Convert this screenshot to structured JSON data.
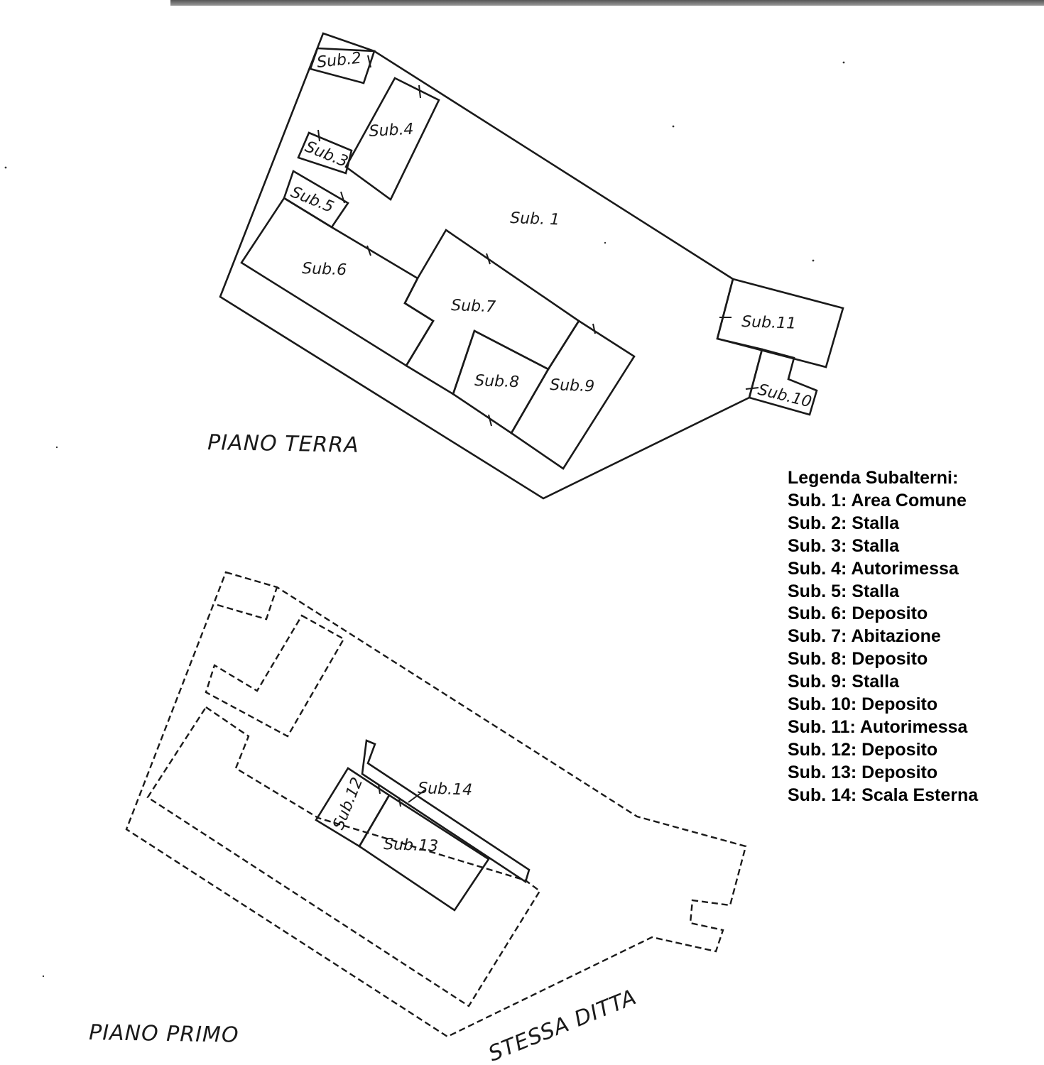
{
  "floors": {
    "ground": "PIANO TERRA",
    "first": "PIANO PRIMO"
  },
  "annotation": "STESSA DITTA",
  "units": {
    "sub1": "Sub. 1",
    "sub2": "Sub.2",
    "sub3": "Sub.3",
    "sub4": "Sub.4",
    "sub5": "Sub.5",
    "sub6": "Sub.6",
    "sub7": "Sub.7",
    "sub8": "Sub.8",
    "sub9": "Sub.9",
    "sub10": "Sub.10",
    "sub11": "Sub.11",
    "sub12": "Sub.12",
    "sub13": "Sub.13",
    "sub14": "Sub.14"
  },
  "legend": {
    "title": "Legenda Subalterni:",
    "items": [
      "Sub. 1: Area Comune",
      "Sub. 2: Stalla",
      "Sub. 3: Stalla",
      "Sub. 4: Autorimessa",
      "Sub. 5: Stalla",
      "Sub. 6: Deposito",
      "Sub. 7: Abitazione",
      "Sub. 8: Deposito",
      "Sub. 9: Stalla",
      "Sub. 10: Deposito",
      "Sub. 11: Autorimessa",
      "Sub. 12: Deposito",
      "Sub. 13: Deposito",
      "Sub. 14: Scala Esterna"
    ]
  }
}
